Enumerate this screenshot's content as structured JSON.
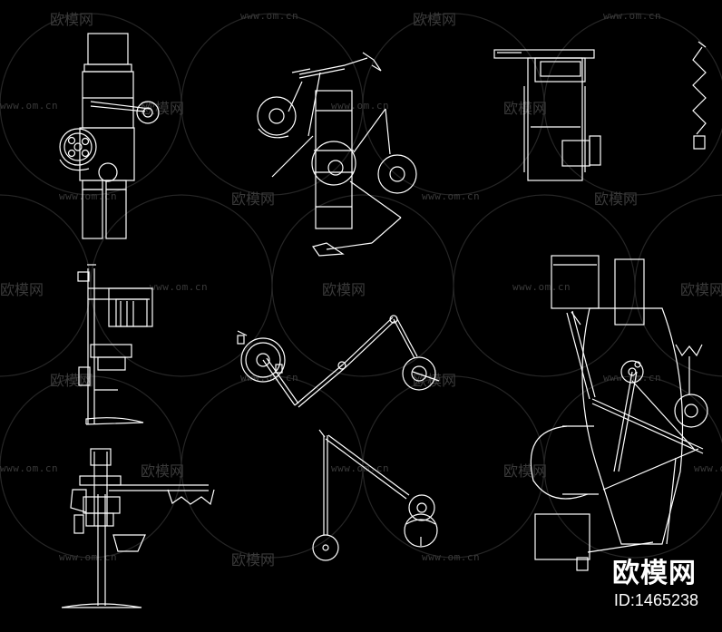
{
  "watermark": {
    "brand_text": "欧模网",
    "url_text": "www.om.cn",
    "color": "#3a3a3a"
  },
  "brand": {
    "title": "欧模网",
    "id_label": "ID:1465238"
  },
  "drawing": {
    "background": "#000000",
    "stroke": "#ffffff",
    "figures": [
      "dental-unit-stand-front",
      "dental-light-arm-plan",
      "dental-chair-top",
      "spring-component",
      "xray-unit-side-1",
      "operating-light-arm",
      "dental-chair-plan-large",
      "xray-unit-side-2",
      "pendulum-light"
    ]
  }
}
